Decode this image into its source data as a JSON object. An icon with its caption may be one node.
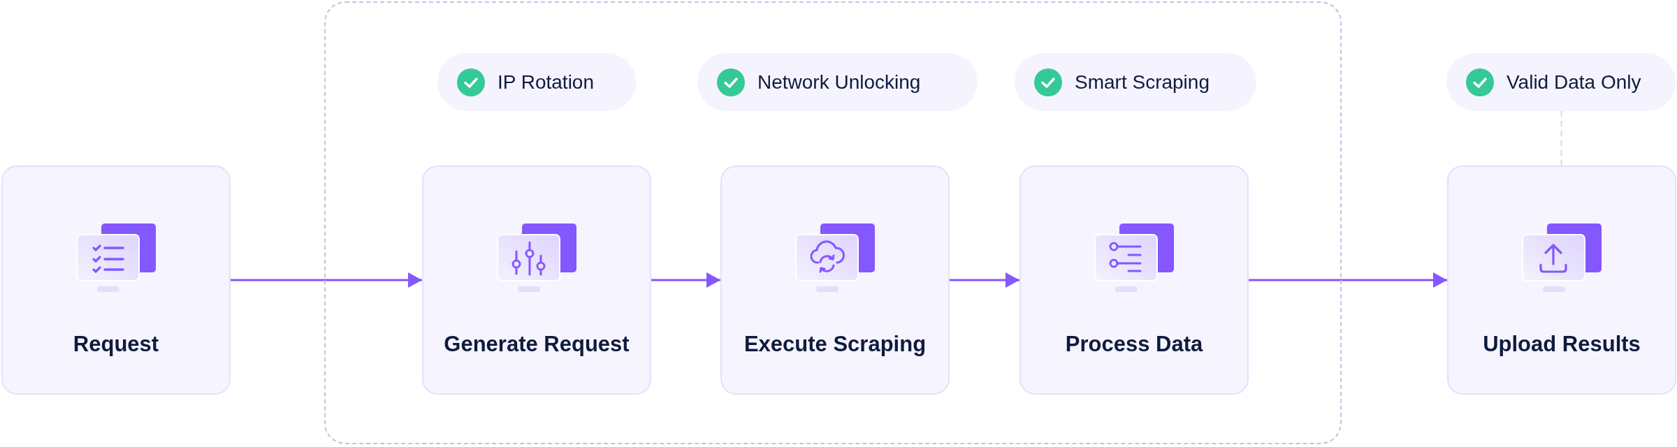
{
  "diagram": {
    "nodes": [
      {
        "text": [
          "Request"
        ]
      },
      {
        "text": [],
        "shape": "box"
      },
      {
        "text": [
          "IP Rotation"
        ],
        "in": 1
      },
      {
        "text": [
          "Network Unlocking"
        ],
        "in": 1
      },
      {
        "text": [
          "Smart Scraping"
        ],
        "in": 1
      },
      {
        "text": [
          "Generate Request"
        ],
        "in": 1
      },
      {
        "text": [
          "Execute Scraping"
        ],
        "in": 1
      },
      {
        "text": [
          "Process Data"
        ],
        "in": 1
      },
      {
        "text": [
          "Valid Data Only"
        ]
      },
      {
        "text": [
          "Upload Results"
        ]
      }
    ],
    "edges": [
      {
        "from": 0,
        "to": 5,
        "arrow": "to"
      },
      {
        "from": 5,
        "to": 6,
        "arrow": "to"
      },
      {
        "from": 6,
        "to": 7,
        "arrow": "to"
      },
      {
        "from": 7,
        "to": 9,
        "arrow": "to"
      },
      {
        "from": 8,
        "to": 9,
        "arrow": "none",
        "style": "dashed",
        "color": "#d9d6ea"
      }
    ]
  }
}
